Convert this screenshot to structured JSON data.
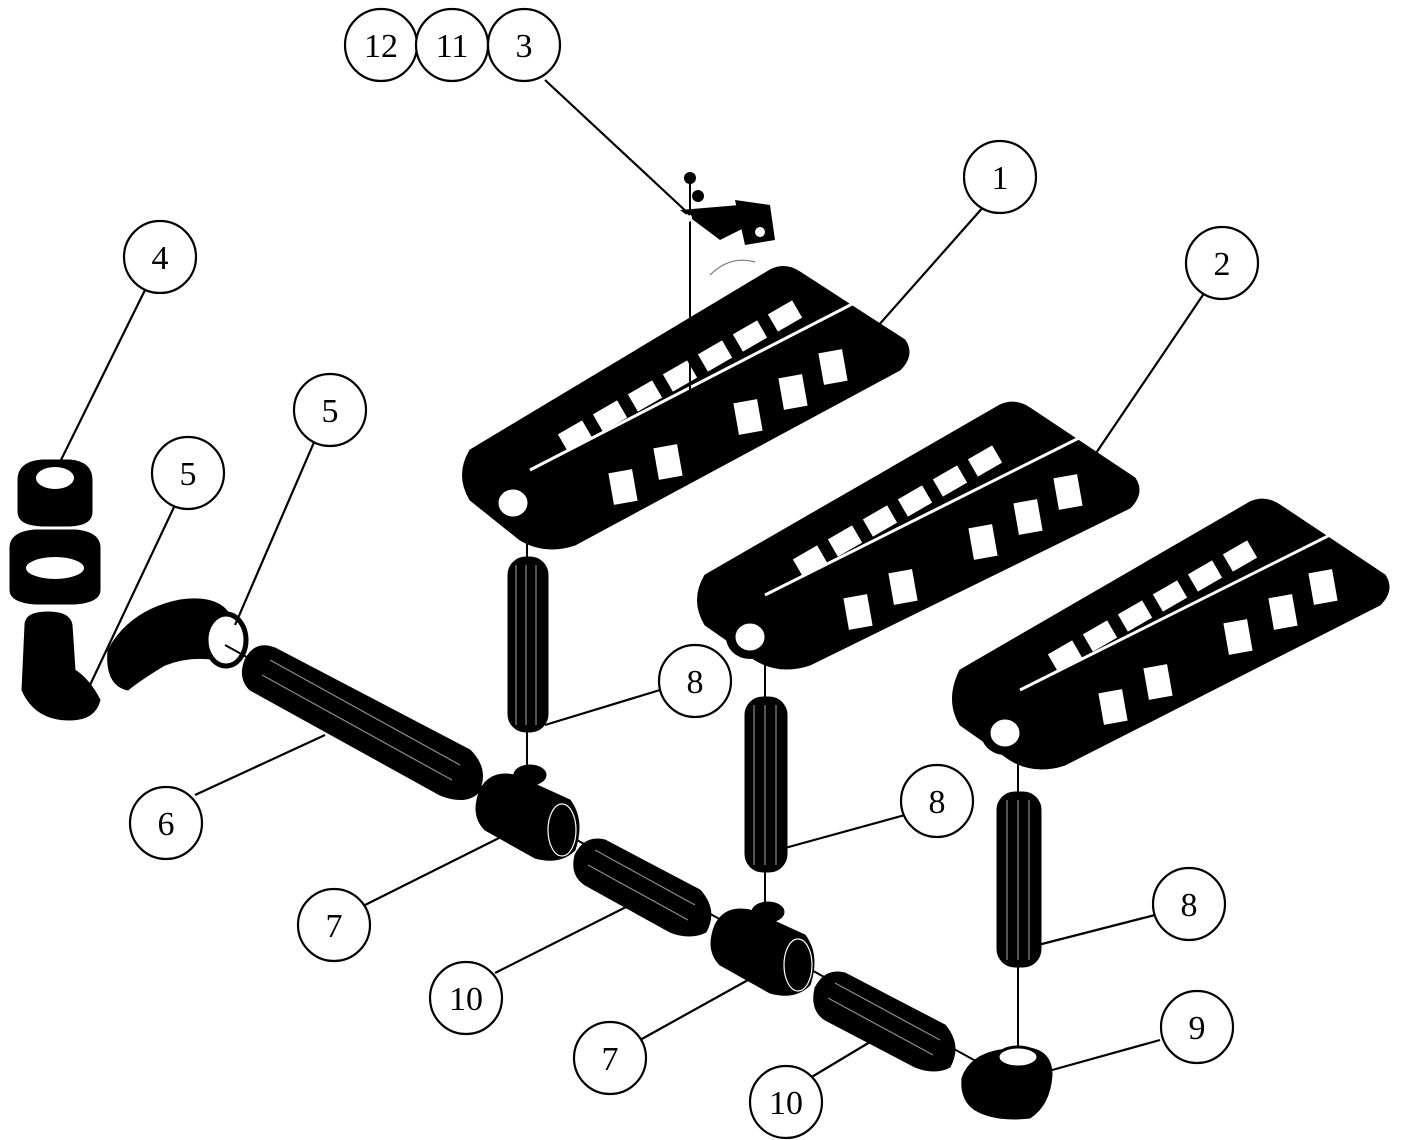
{
  "colors": {
    "ink": "#000000",
    "paper": "#ffffff"
  },
  "balloons": {
    "b12": "12",
    "b11": "11",
    "b3": "3",
    "b1": "1",
    "b2": "2",
    "b4": "4",
    "b5a": "5",
    "b5b": "5",
    "b8a": "8",
    "b8b": "8",
    "b8c": "8",
    "b6": "6",
    "b7a": "7",
    "b7b": "7",
    "b10a": "10",
    "b10b": "10",
    "b9": "9"
  },
  "burner_marks": {
    "mark1": "3",
    "mark2": "3",
    "mark3": "3"
  }
}
